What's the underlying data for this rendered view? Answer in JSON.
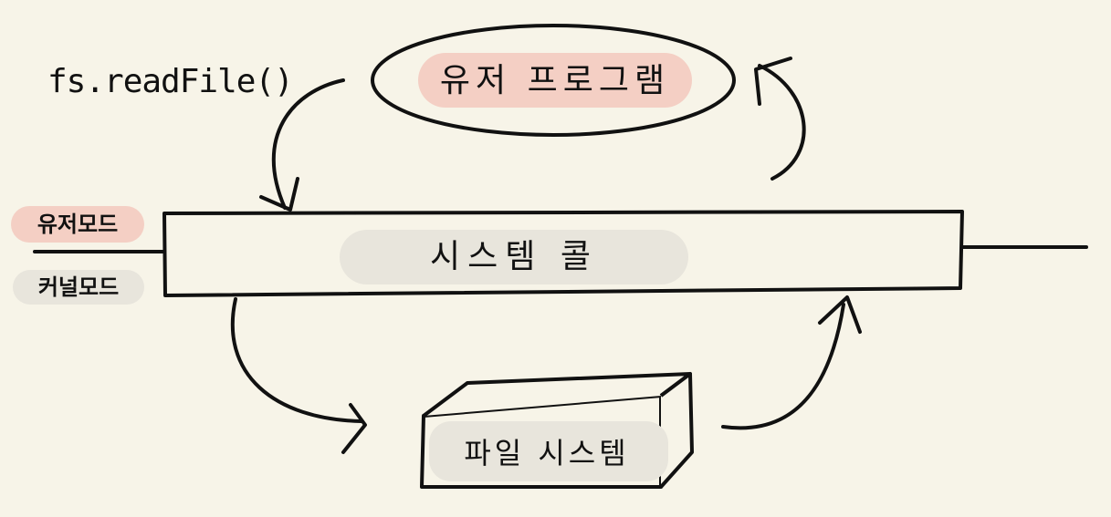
{
  "code": "fs.readFile()",
  "user_program": "유저 프로그램",
  "system_call": "시스템 콜",
  "file_system": "파일 시스템",
  "modes": {
    "user": "유저모드",
    "kernel": "커널모드"
  },
  "colors": {
    "background": "#f7f4e8",
    "user_highlight": "#f4cfc4",
    "kernel_highlight": "#e8e5dc",
    "ink": "#111111"
  }
}
